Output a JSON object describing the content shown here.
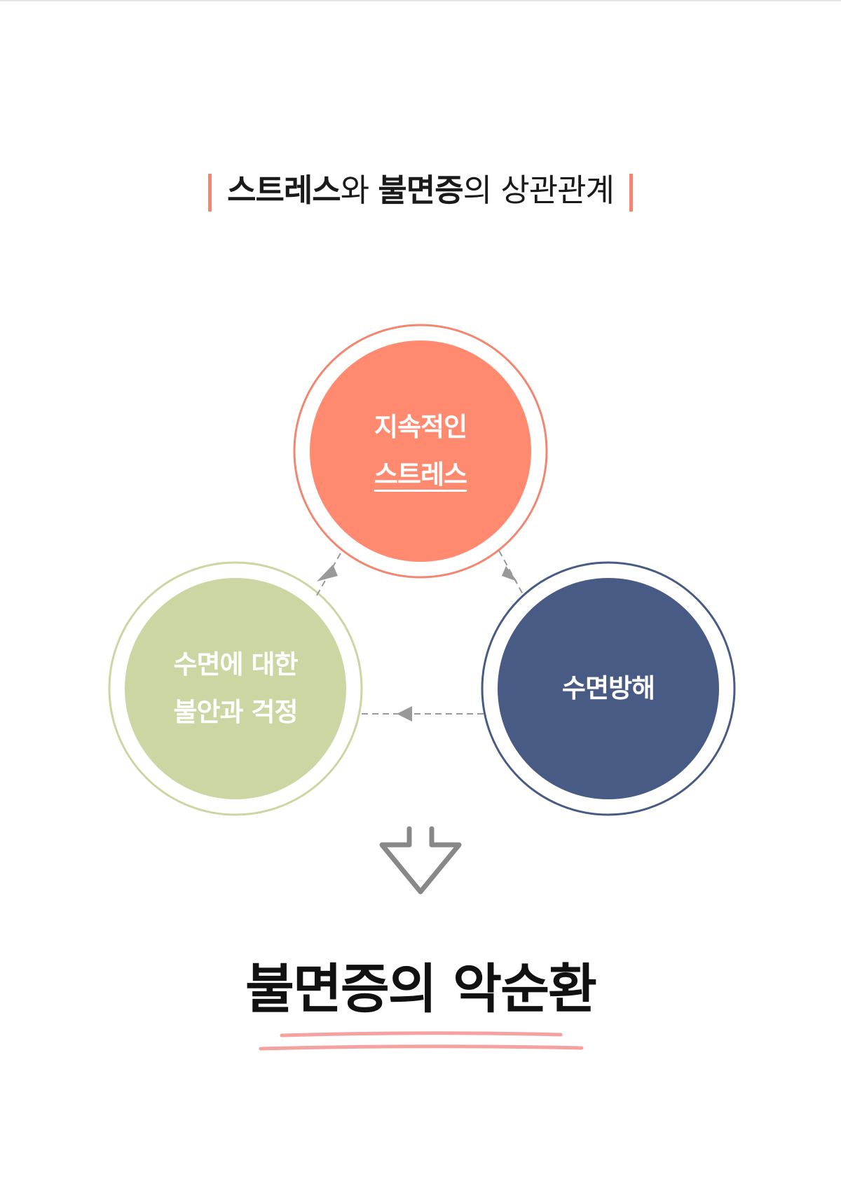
{
  "header": {
    "title_parts": [
      "스트레스",
      "와 ",
      "불면증",
      "의 상관관계"
    ]
  },
  "diagram": {
    "nodes": [
      {
        "id": "stress",
        "lines": [
          "지속적인",
          "스트레스"
        ],
        "fill": "#ff8a70",
        "ring": "#f28670"
      },
      {
        "id": "disturbance",
        "lines": [
          "수면방해"
        ],
        "fill": "#485b84",
        "ring": "#485b84"
      },
      {
        "id": "anxiety",
        "lines": [
          "수면에 대한",
          "불안과 걱정"
        ],
        "fill": "#ccd6a2",
        "ring": "#ccd6a2"
      }
    ],
    "edges": [
      {
        "from": "stress",
        "to": "disturbance"
      },
      {
        "from": "disturbance",
        "to": "anxiety"
      },
      {
        "from": "anxiety",
        "to": "stress"
      }
    ],
    "arrow_color": "#999999"
  },
  "result": {
    "title": "불면증의 악순환",
    "underline_color": "#f6a0a0"
  }
}
